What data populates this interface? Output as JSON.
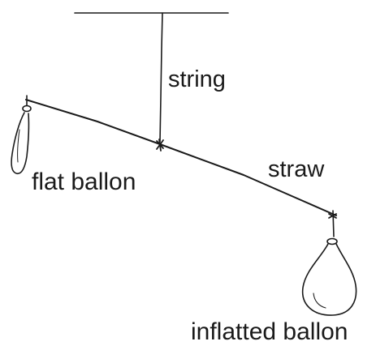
{
  "labels": {
    "string": "string",
    "straw": "straw",
    "flat_balloon": "flat ballon",
    "inflated_balloon": "inflatted ballon"
  },
  "colors": {
    "ink": "#1a1a1a",
    "background": "#ffffff"
  }
}
